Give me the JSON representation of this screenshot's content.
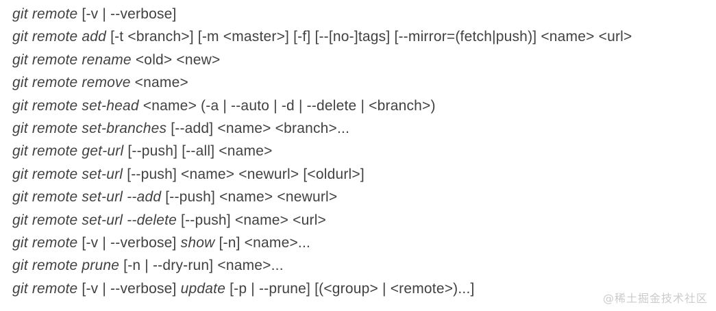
{
  "page": {
    "background": "#ffffff",
    "text_color": "#414141"
  },
  "synopsis": {
    "lines": [
      {
        "segments": [
          {
            "text": "git remote",
            "italic": true
          },
          {
            "text": " [-v | --verbose]",
            "italic": false
          }
        ]
      },
      {
        "segments": [
          {
            "text": "git remote add",
            "italic": true
          },
          {
            "text": " [-t <branch>] [-m <master>] [-f] [--[no-]tags] [--mirror=(fetch|push)] <name> <url>",
            "italic": false
          }
        ]
      },
      {
        "segments": [
          {
            "text": "git remote rename",
            "italic": true
          },
          {
            "text": " <old> <new>",
            "italic": false
          }
        ]
      },
      {
        "segments": [
          {
            "text": "git remote remove",
            "italic": true
          },
          {
            "text": " <name>",
            "italic": false
          }
        ]
      },
      {
        "segments": [
          {
            "text": "git remote set-head",
            "italic": true
          },
          {
            "text": " <name> (-a | --auto | -d | --delete | <branch>)",
            "italic": false
          }
        ]
      },
      {
        "segments": [
          {
            "text": "git remote set-branches",
            "italic": true
          },
          {
            "text": " [--add] <name> <branch>...",
            "italic": false
          }
        ]
      },
      {
        "segments": [
          {
            "text": "git remote get-url",
            "italic": true
          },
          {
            "text": " [--push] [--all] <name>",
            "italic": false
          }
        ]
      },
      {
        "segments": [
          {
            "text": "git remote set-url",
            "italic": true
          },
          {
            "text": " [--push] <name> <newurl> [<oldurl>]",
            "italic": false
          }
        ]
      },
      {
        "segments": [
          {
            "text": "git remote set-url --add",
            "italic": true
          },
          {
            "text": " [--push] <name> <newurl>",
            "italic": false
          }
        ]
      },
      {
        "segments": [
          {
            "text": "git remote set-url --delete",
            "italic": true
          },
          {
            "text": " [--push] <name> <url>",
            "italic": false
          }
        ]
      },
      {
        "segments": [
          {
            "text": "git remote",
            "italic": true
          },
          {
            "text": " [-v | --verbose] ",
            "italic": false
          },
          {
            "text": "show",
            "italic": true
          },
          {
            "text": " [-n] <name>...",
            "italic": false
          }
        ]
      },
      {
        "segments": [
          {
            "text": "git remote prune",
            "italic": true
          },
          {
            "text": " [-n | --dry-run] <name>...",
            "italic": false
          }
        ]
      },
      {
        "segments": [
          {
            "text": "git remote",
            "italic": true
          },
          {
            "text": " [-v | --verbose] ",
            "italic": false
          },
          {
            "text": "update",
            "italic": true
          },
          {
            "text": " [-p | --prune] [(<group> | <remote>)...]",
            "italic": false
          }
        ]
      }
    ]
  },
  "watermark": {
    "text": "@稀土掘金技术社区",
    "color": "#cbcbcb"
  }
}
